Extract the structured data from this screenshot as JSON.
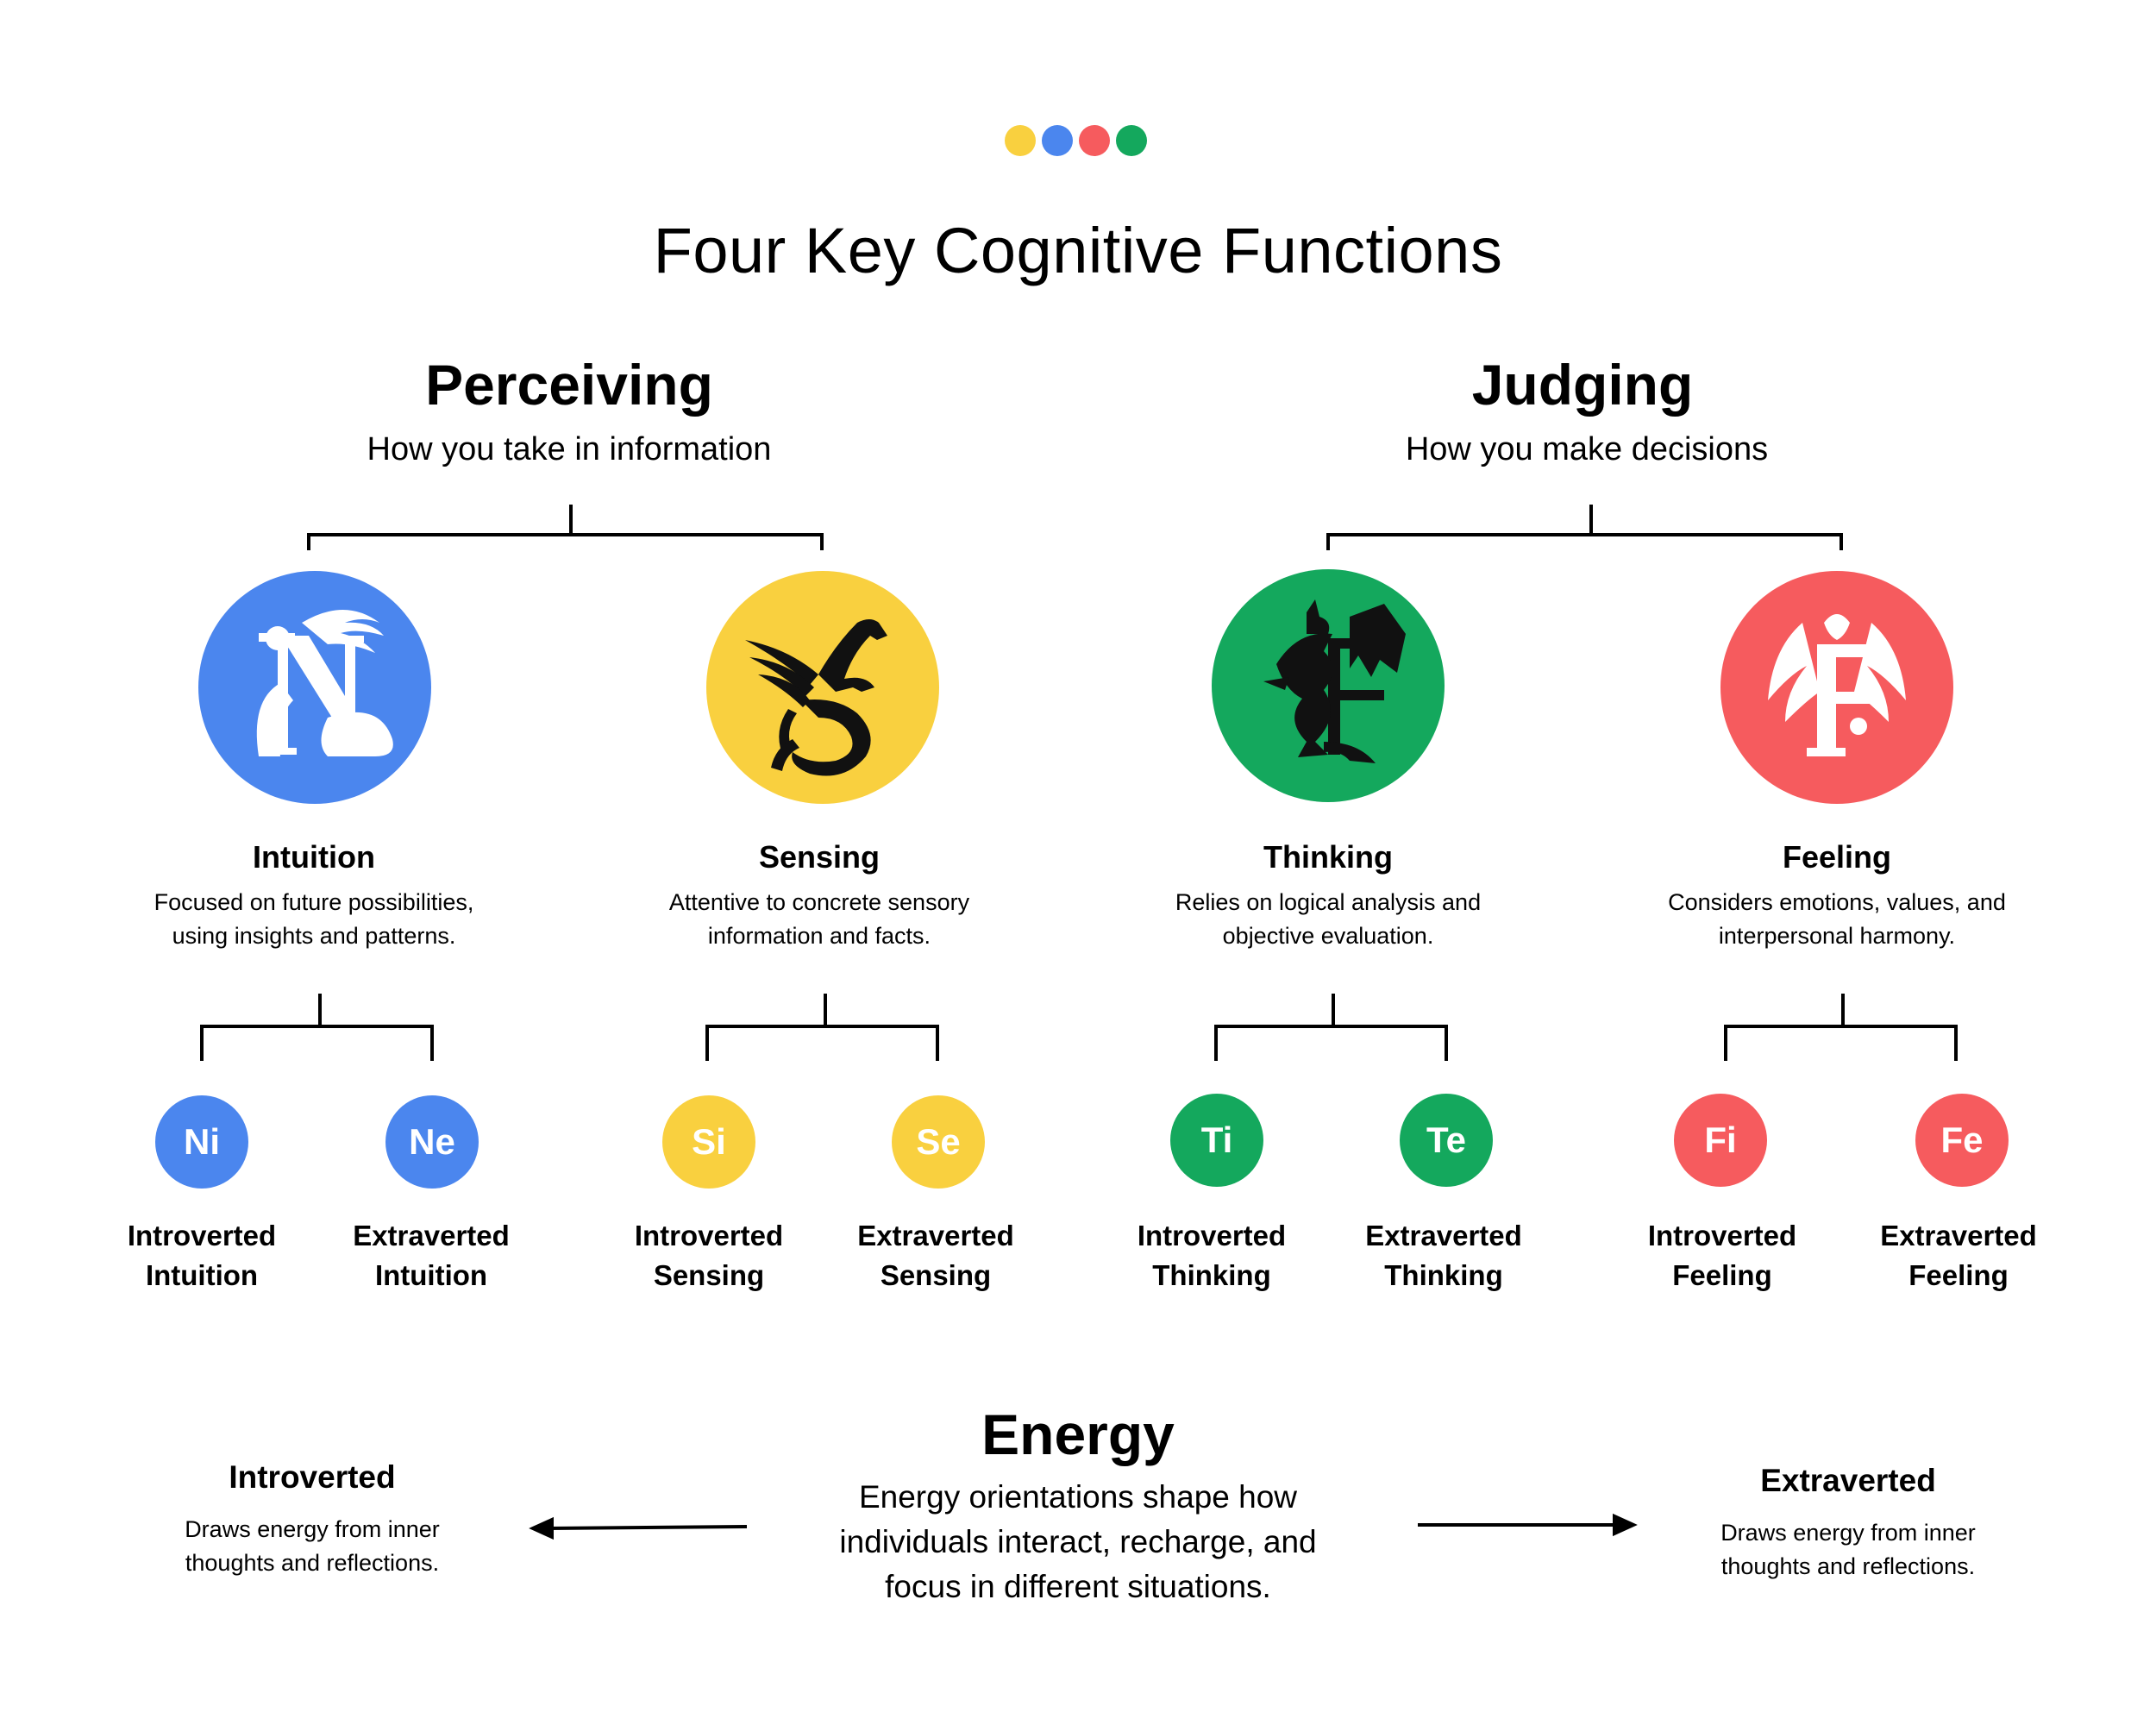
{
  "colors": {
    "yellow": "#F9D03F",
    "blue": "#4B86EE",
    "red": "#F65B5E",
    "green": "#14A85D"
  },
  "header": {
    "title": "Four Key Cognitive Functions"
  },
  "perceiving": {
    "title": "Perceiving",
    "subtitle": "How you take in information"
  },
  "judging": {
    "title": "Judging",
    "subtitle": "How you make decisions"
  },
  "functions": [
    {
      "name": "Intuition",
      "description_line1": "Focused on future possibilities,",
      "description_line2": "using insights and patterns.",
      "icon": "sphinx-icon",
      "color": "#4B86EE",
      "introverted": {
        "code": "Ni",
        "label_line1": "Introverted",
        "label_line2": "Intuition"
      },
      "extraverted": {
        "code": "Ne",
        "label_line1": "Extraverted",
        "label_line2": "Intuition"
      }
    },
    {
      "name": "Sensing",
      "description_line1": "Attentive to concrete sensory",
      "description_line2": "information and facts.",
      "icon": "pegasus-icon",
      "color": "#F9D03F",
      "introverted": {
        "code": "Si",
        "label_line1": "Introverted",
        "label_line2": "Sensing"
      },
      "extraverted": {
        "code": "Se",
        "label_line1": "Extraverted",
        "label_line2": "Sensing"
      }
    },
    {
      "name": "Thinking",
      "description_line1": "Relies on logical analysis and",
      "description_line2": "objective evaluation.",
      "icon": "dragon-icon",
      "color": "#14A85D",
      "introverted": {
        "code": "Ti",
        "label_line1": "Introverted",
        "label_line2": "Thinking"
      },
      "extraverted": {
        "code": "Te",
        "label_line1": "Extraverted",
        "label_line2": "Thinking"
      }
    },
    {
      "name": "Feeling",
      "description_line1": "Considers emotions, values, and",
      "description_line2": "interpersonal harmony.",
      "icon": "phoenix-icon",
      "color": "#F65B5E",
      "introverted": {
        "code": "Fi",
        "label_line1": "Introverted",
        "label_line2": "Feeling"
      },
      "extraverted": {
        "code": "Fe",
        "label_line1": "Extraverted",
        "label_line2": "Feeling"
      }
    }
  ],
  "energy": {
    "title": "Energy",
    "description_line1": "Energy orientations shape how",
    "description_line2": "individuals interact, recharge, and",
    "description_line3": "focus in different situations.",
    "introverted": {
      "title": "Introverted",
      "description_line1": "Draws energy from inner",
      "description_line2": "thoughts and reflections."
    },
    "extraverted": {
      "title": "Extraverted",
      "description_line1": "Draws energy from inner",
      "description_line2": "thoughts and reflections."
    }
  }
}
